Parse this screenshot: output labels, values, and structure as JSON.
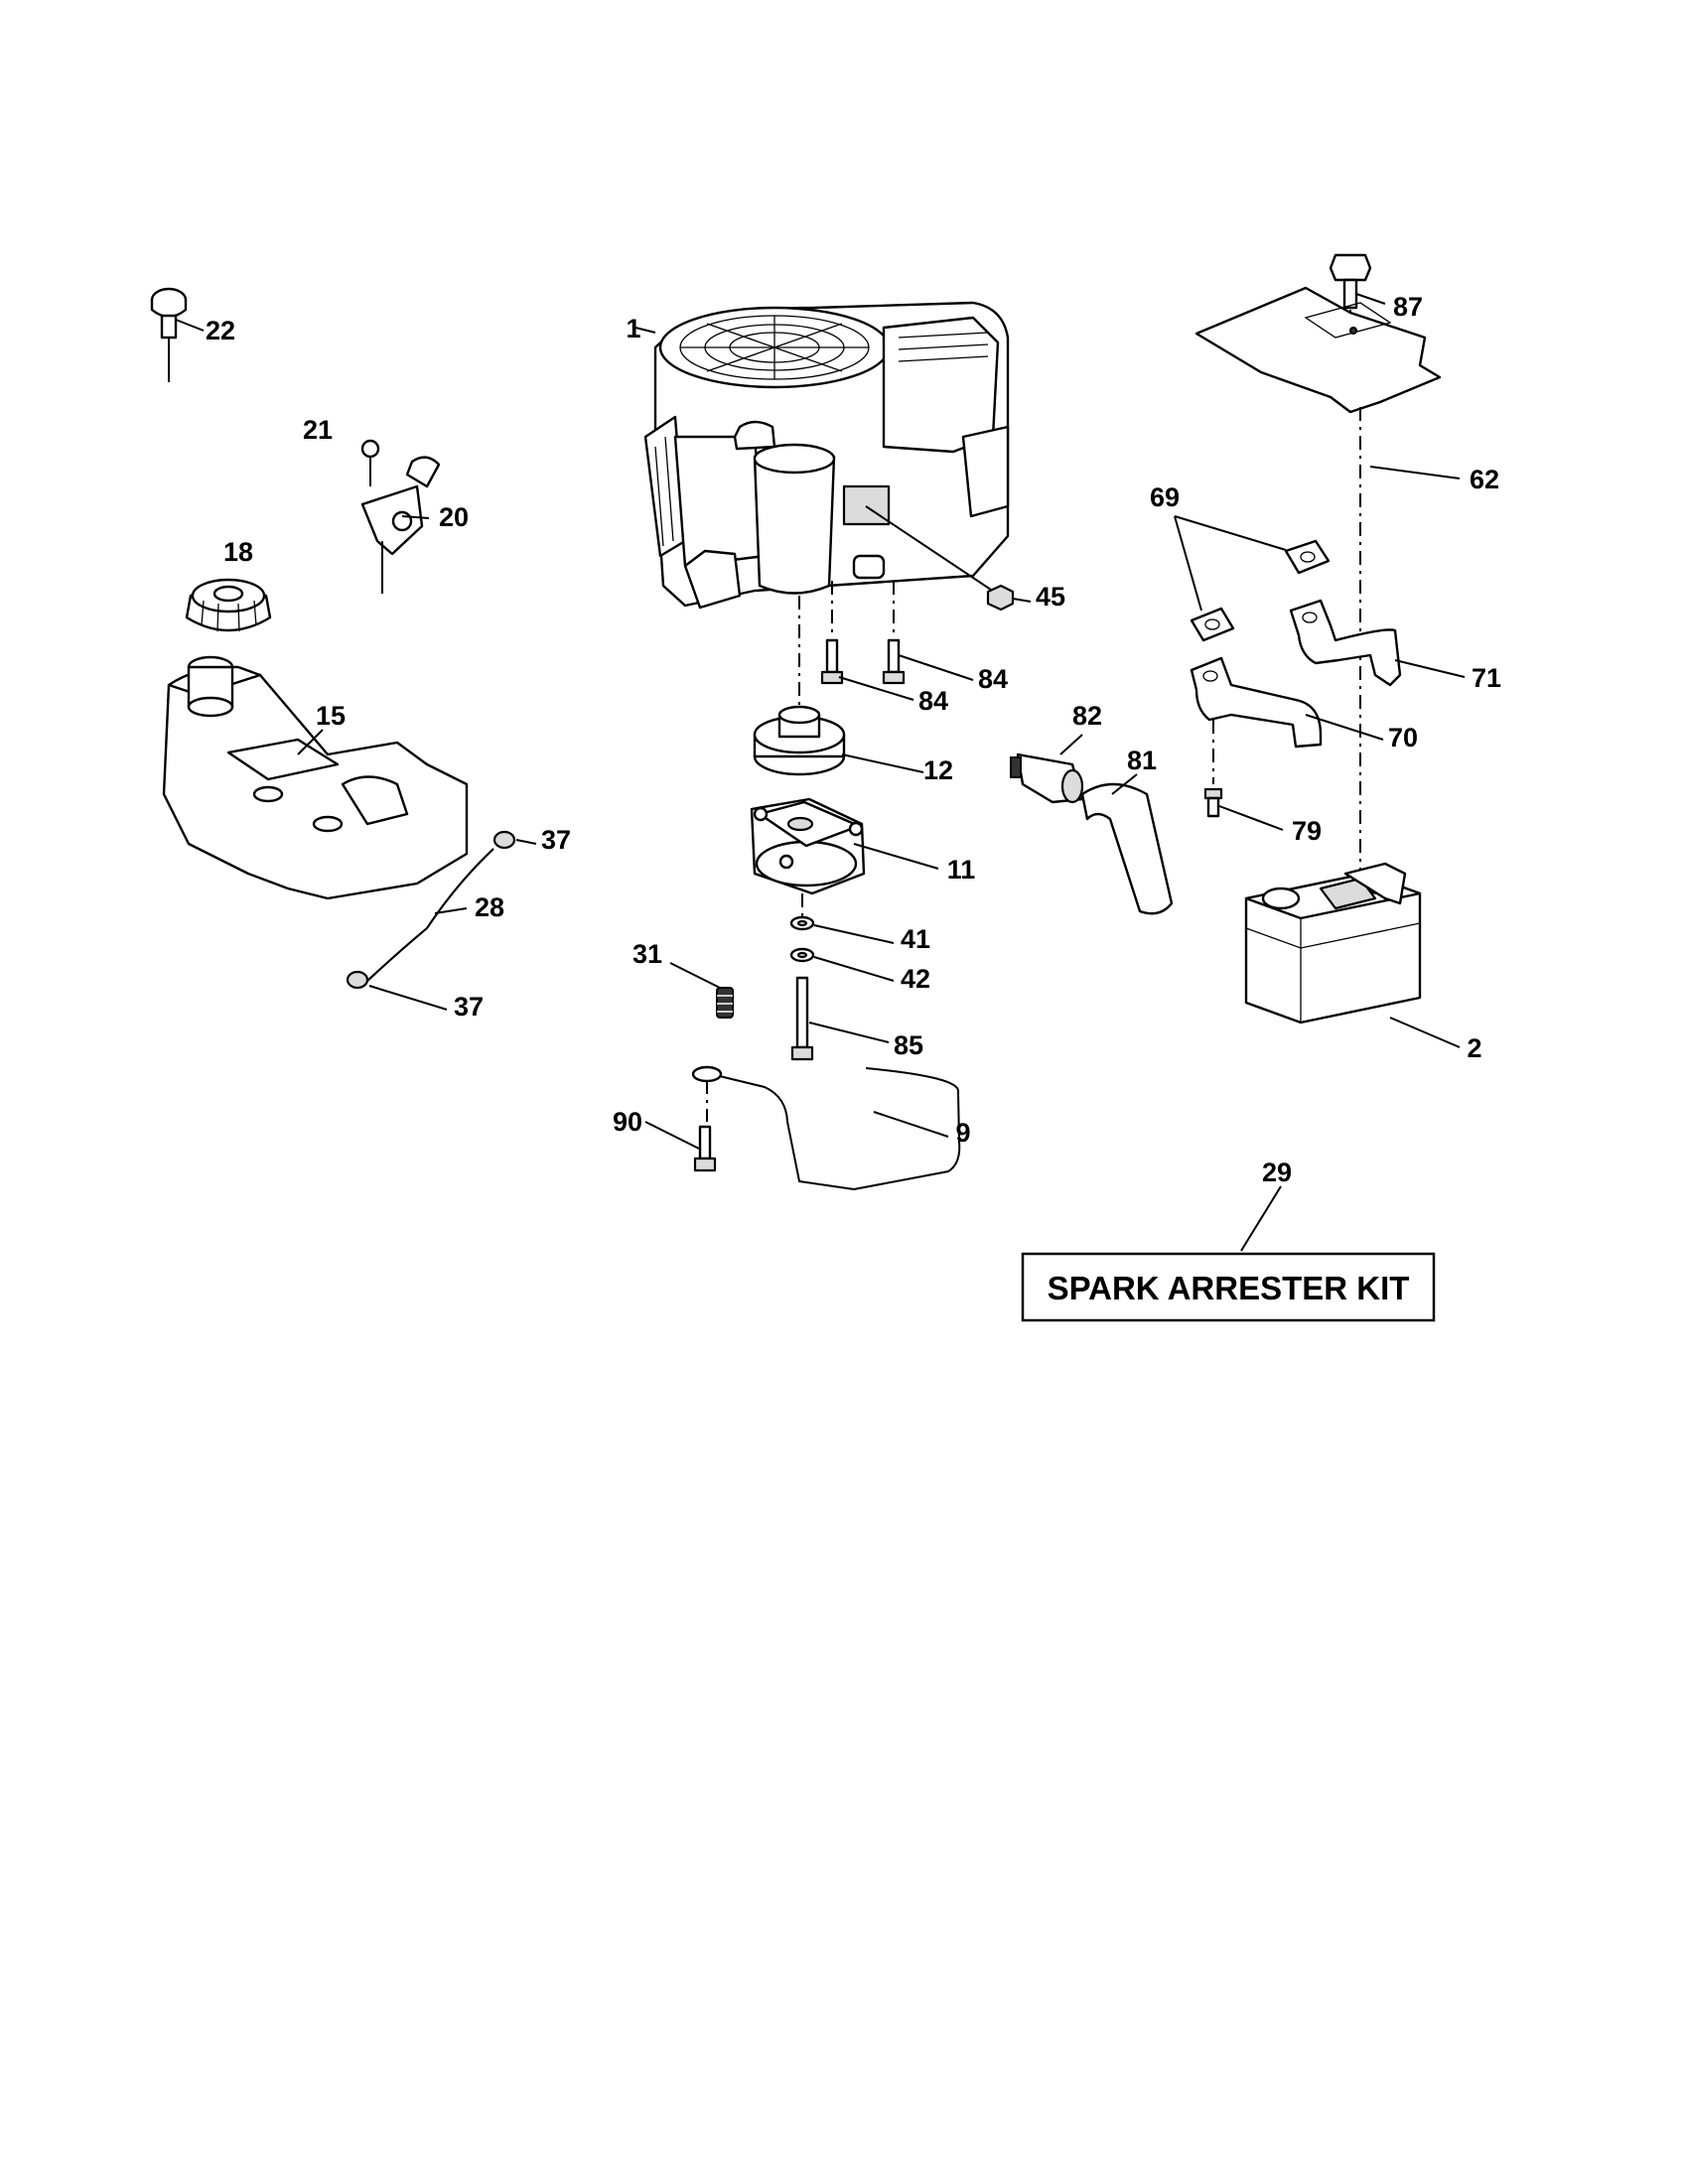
{
  "diagram": {
    "type": "exploded-parts-diagram",
    "callouts": [
      {
        "id": "c1",
        "label": "1"
      },
      {
        "id": "c2",
        "label": "2"
      },
      {
        "id": "c9",
        "label": "9"
      },
      {
        "id": "c11",
        "label": "11"
      },
      {
        "id": "c12",
        "label": "12"
      },
      {
        "id": "c15",
        "label": "15"
      },
      {
        "id": "c18",
        "label": "18"
      },
      {
        "id": "c20",
        "label": "20"
      },
      {
        "id": "c21",
        "label": "21"
      },
      {
        "id": "c22",
        "label": "22"
      },
      {
        "id": "c28",
        "label": "28"
      },
      {
        "id": "c29",
        "label": "29"
      },
      {
        "id": "c31",
        "label": "31"
      },
      {
        "id": "c37a",
        "label": "37"
      },
      {
        "id": "c37b",
        "label": "37"
      },
      {
        "id": "c41",
        "label": "41"
      },
      {
        "id": "c42",
        "label": "42"
      },
      {
        "id": "c45",
        "label": "45"
      },
      {
        "id": "c62",
        "label": "62"
      },
      {
        "id": "c69",
        "label": "69"
      },
      {
        "id": "c70",
        "label": "70"
      },
      {
        "id": "c71",
        "label": "71"
      },
      {
        "id": "c79",
        "label": "79"
      },
      {
        "id": "c81",
        "label": "81"
      },
      {
        "id": "c82",
        "label": "82"
      },
      {
        "id": "c84a",
        "label": "84"
      },
      {
        "id": "c84b",
        "label": "84"
      },
      {
        "id": "c85",
        "label": "85"
      },
      {
        "id": "c87",
        "label": "87"
      },
      {
        "id": "c90",
        "label": "90"
      }
    ],
    "kit_box": {
      "label": "SPARK ARRESTER KIT"
    }
  }
}
